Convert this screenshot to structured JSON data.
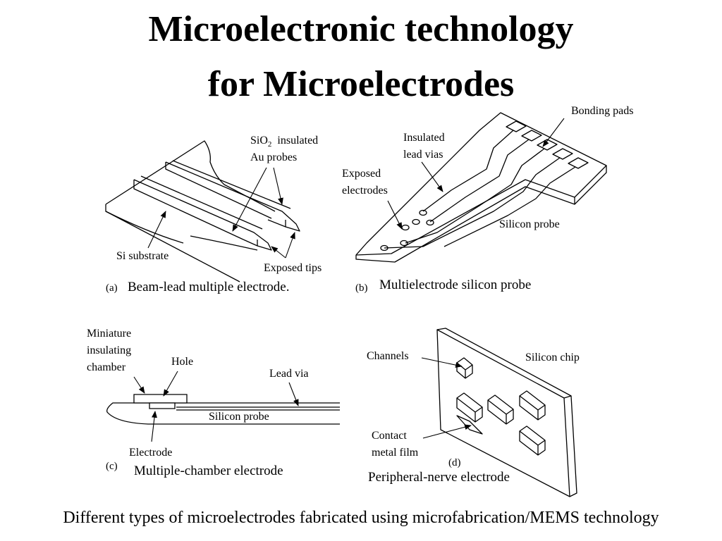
{
  "title": {
    "line1": "Microelectronic technology",
    "line2": "for Microelectrodes"
  },
  "panel_a": {
    "letter": "(a)",
    "caption": "Beam-lead multiple electrode.",
    "labels": {
      "sio2_sub": "SiO",
      "sio2_num": "2",
      "insulated": "insulated",
      "au_probes": "Au probes",
      "si_substrate": "Si substrate",
      "exposed_tips": "Exposed tips"
    }
  },
  "panel_b": {
    "letter": "(b)",
    "caption": "Multielectrode silicon probe",
    "labels": {
      "bonding_pads": "Bonding pads",
      "insulated": "Insulated",
      "lead_vias": "lead vias",
      "exposed": "Exposed",
      "electrodes": "electrodes",
      "silicon_probe": "Silicon probe"
    }
  },
  "panel_c": {
    "letter": "(c)",
    "caption": "Multiple-chamber electrode",
    "labels": {
      "miniature": "Miniature",
      "insulating": "insulating",
      "chamber": "chamber",
      "hole": "Hole",
      "lead_via": "Lead via",
      "silicon_probe": "Silicon probe",
      "electrode": "Electrode"
    }
  },
  "panel_d": {
    "letter": "(d)",
    "caption": "Peripheral-nerve electrode",
    "labels": {
      "channels": "Channels",
      "silicon_chip": "Silicon chip",
      "contact": "Contact",
      "metal_film": "metal film"
    }
  },
  "footer": "Different types of microelectrodes fabricated using microfabrication/MEMS technology"
}
